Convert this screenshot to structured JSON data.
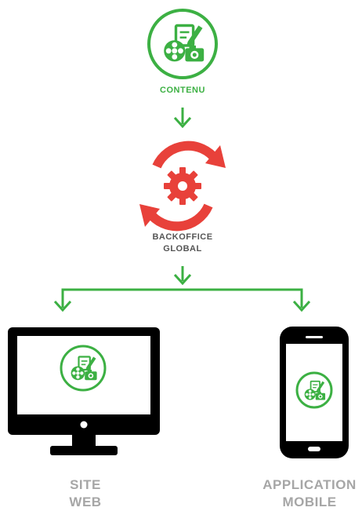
{
  "colors": {
    "green": "#3cb043",
    "red": "#e8413a",
    "black": "#000000",
    "grey_label": "#a6a6a6",
    "dark_label": "#555555"
  },
  "nodes": {
    "contenu": {
      "label": "CONTENU",
      "icon": "film-reel-camera-document-icon"
    },
    "backoffice": {
      "line1": "BACKOFFICE",
      "line2": "GLOBAL",
      "icon": "gear-sync-icon"
    },
    "site_web": {
      "line1": "SITE",
      "line2": "WEB",
      "icon": "desktop-monitor-icon"
    },
    "application_mobile": {
      "line1": "APPLICATION",
      "line2": "MOBILE",
      "icon": "smartphone-icon"
    }
  }
}
